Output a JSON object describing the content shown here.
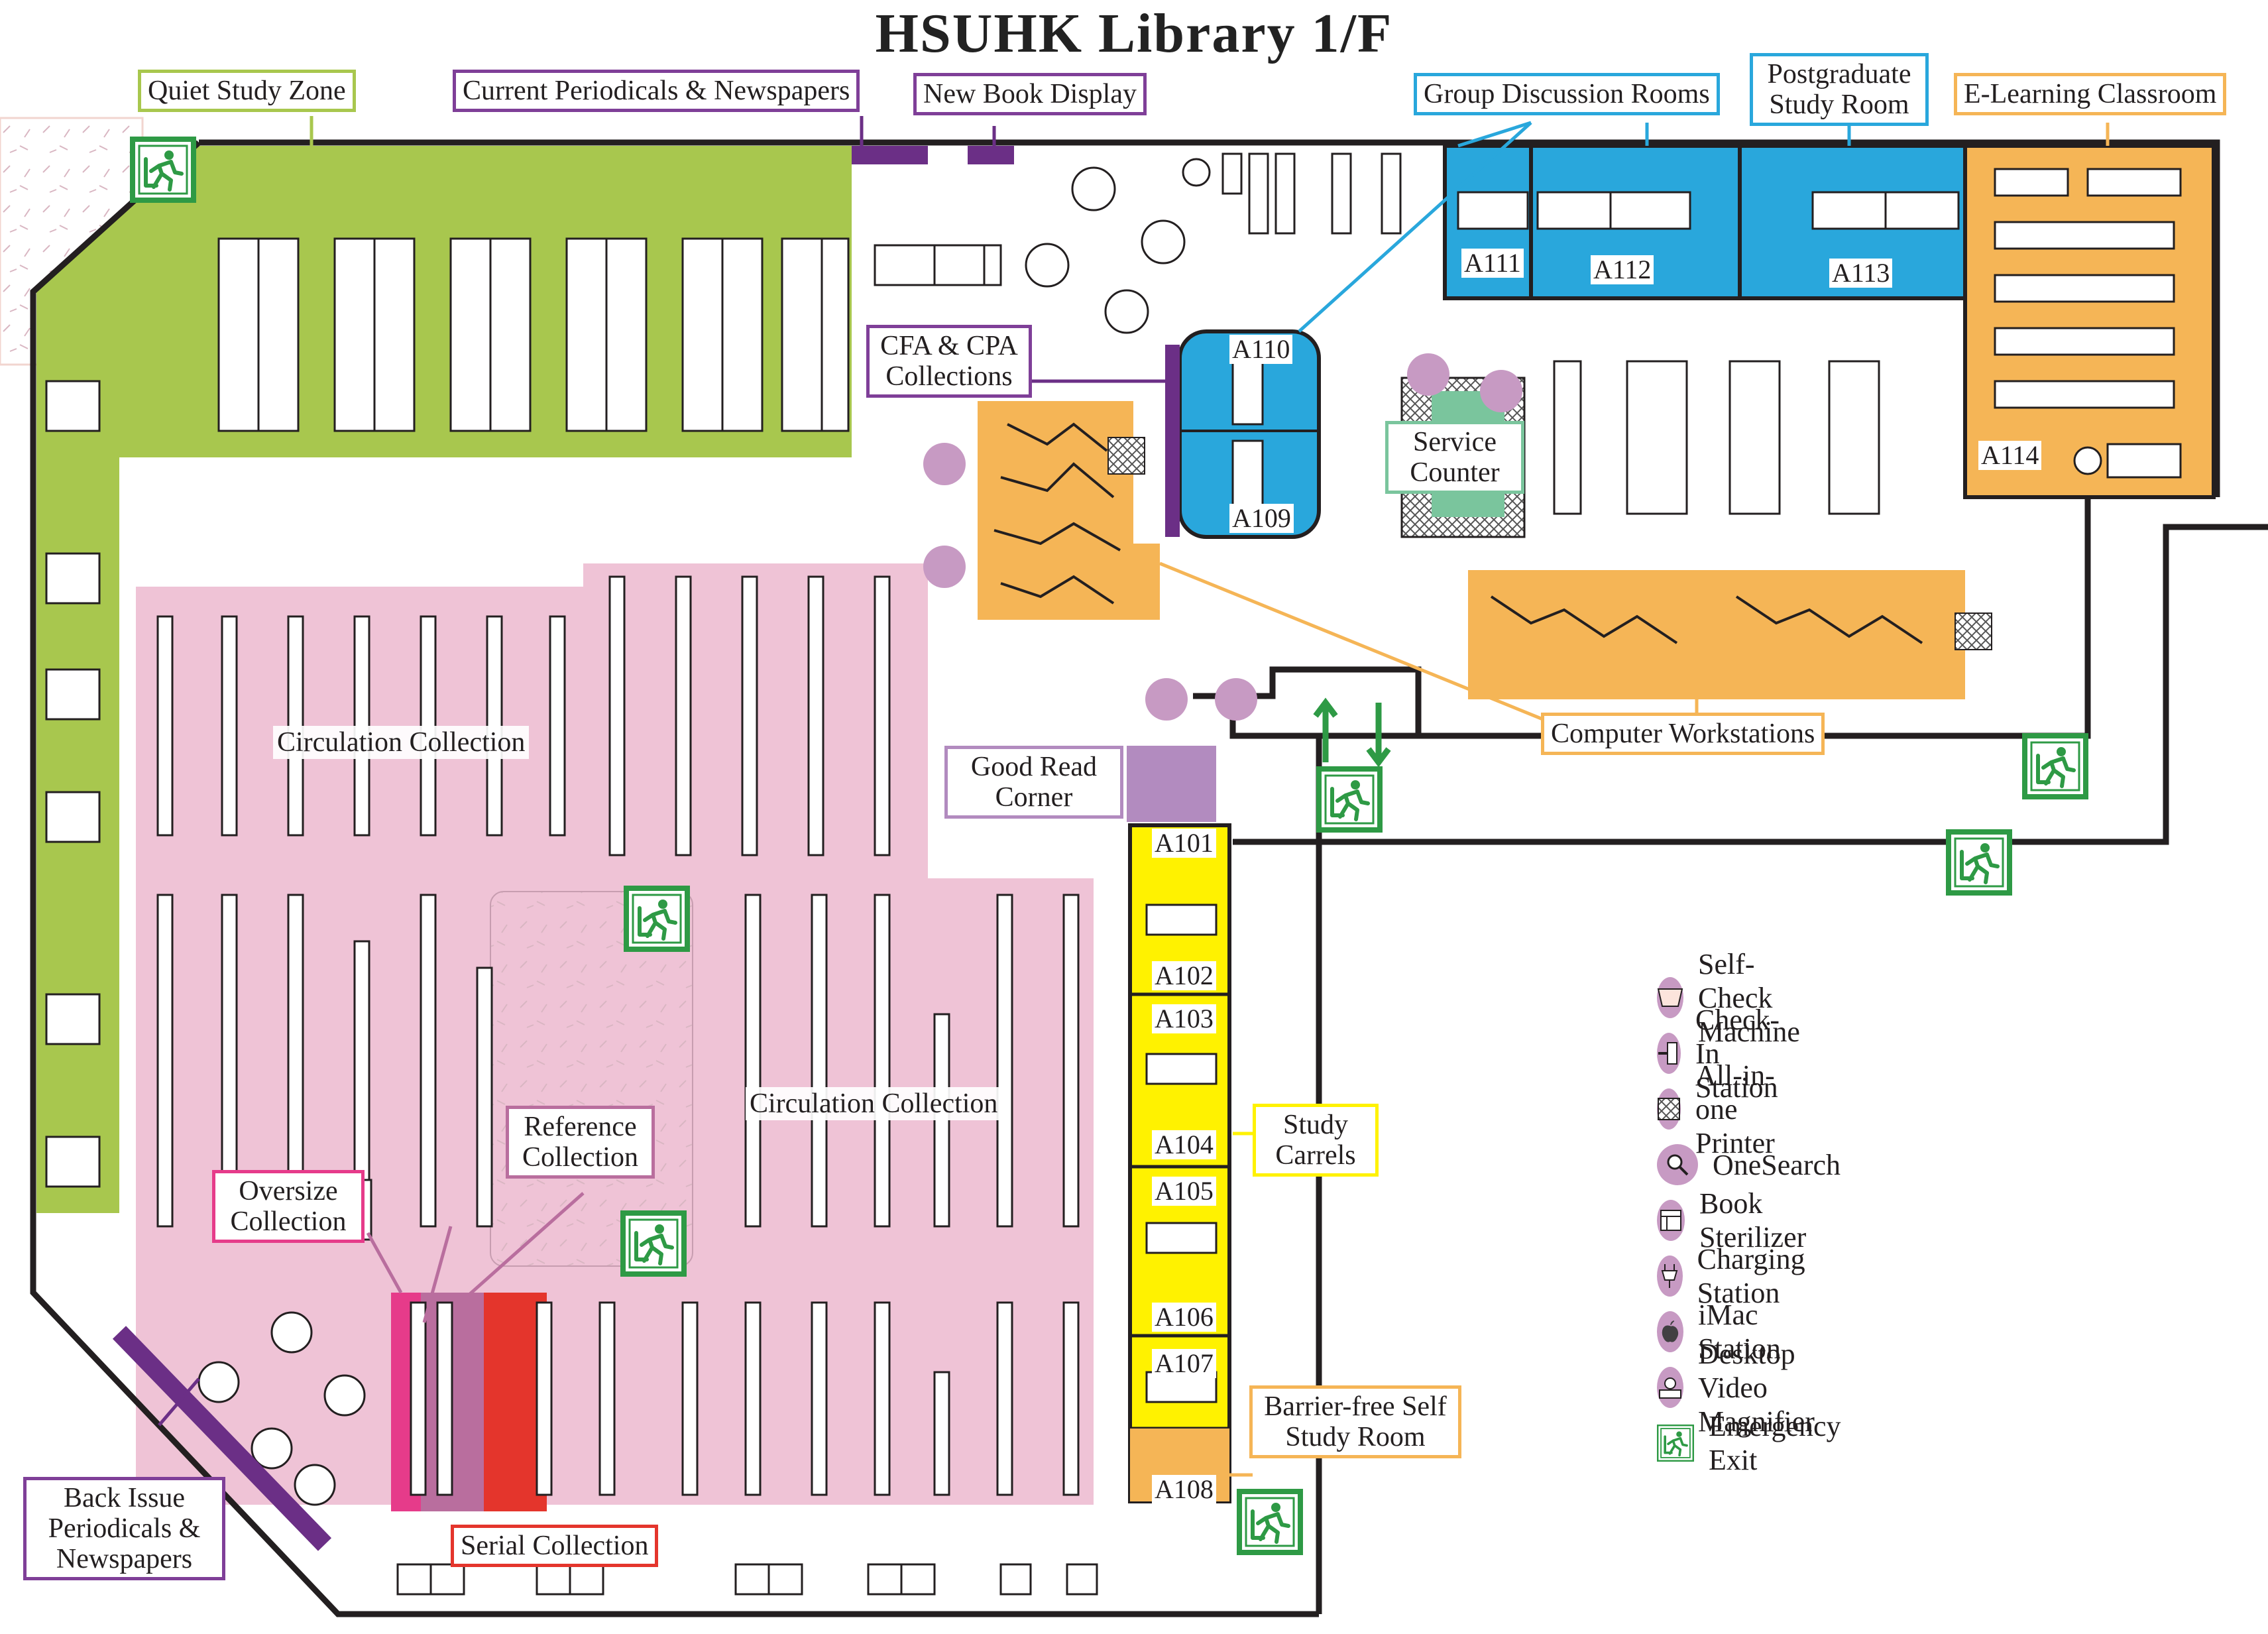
{
  "title": "HSUHK Library 1/F",
  "colors": {
    "quiet_zone": "#a8c74e",
    "circulation": "#efc3d6",
    "group_rooms": "#29a7dc",
    "orange": "#f5b556",
    "study_carrels": "#fff200",
    "good_read": "#b28bbf",
    "service_counter": "#7ac59d",
    "exit_green": "#2e9a45",
    "legend_icon": "#c79ac3",
    "oversize": "#e63b8a",
    "reference": "#b96e9e",
    "serial": "#e4352c"
  },
  "labels": {
    "quiet_study_zone": "Quiet Study Zone",
    "current_periodicals": "Current Periodicals & Newspapers",
    "new_book_display": "New Book Display",
    "group_discussion_rooms": "Group Discussion Rooms",
    "postgraduate_study_room": "Postgraduate Study Room",
    "e_learning_classroom": "E-Learning Classroom",
    "cfa_cpa_collections": "CFA & CPA Collections",
    "service_counter": "Service Counter",
    "circulation_collection_1": "Circulation Collection",
    "circulation_collection_2": "Circulation Collection",
    "computer_workstations": "Computer Workstations",
    "good_read_corner": "Good Read Corner",
    "reference_collection": "Reference Collection",
    "oversize_collection": "Oversize Collection",
    "study_carrels": "Study Carrels",
    "barrier_free_room": "Barrier-free Self Study Room",
    "back_issue": "Back Issue Periodicals & Newspapers",
    "serial_collection": "Serial Collection"
  },
  "rooms": {
    "a101": "A101",
    "a102": "A102",
    "a103": "A103",
    "a104": "A104",
    "a105": "A105",
    "a106": "A106",
    "a107": "A107",
    "a108": "A108",
    "a109": "A109",
    "a110": "A110",
    "a111": "A111",
    "a112": "A112",
    "a113": "A113",
    "a114": "A114"
  },
  "legend": [
    {
      "icon": "self-check-machine-icon",
      "label": "Self-Check Machine"
    },
    {
      "icon": "check-in-station-icon",
      "label": "Check-In Station"
    },
    {
      "icon": "all-in-one-printer-icon",
      "label": "All-in-one Printer"
    },
    {
      "icon": "onesearch-icon",
      "label": "OneSearch"
    },
    {
      "icon": "book-sterilizer-icon",
      "label": "Book Sterilizer"
    },
    {
      "icon": "charging-station-icon",
      "label": "Charging Station"
    },
    {
      "icon": "imac-station-icon",
      "label": "iMac Station"
    },
    {
      "icon": "desktop-video-magnifier-icon",
      "label": "Desktop Video Magnifier"
    },
    {
      "icon": "emergency-exit-icon",
      "label": "Emergency Exit"
    }
  ]
}
